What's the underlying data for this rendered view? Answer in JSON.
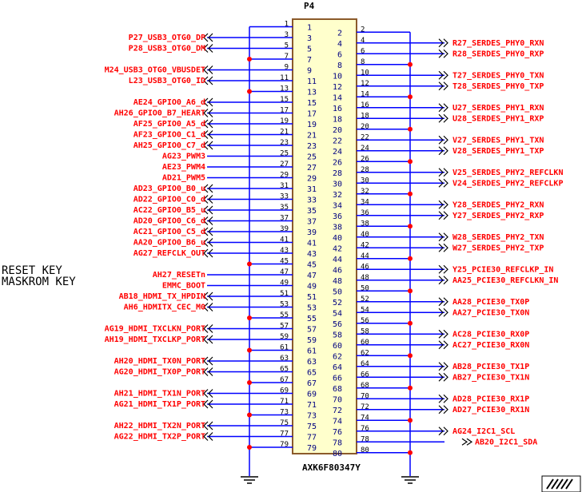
{
  "component": {
    "ref": "P4",
    "part": "AXK6F80347Y"
  },
  "colors": {
    "wire": "#0000ff",
    "net": "#ff0000",
    "pin_num": "#000080",
    "body": "#ffffcc",
    "body_border": "#8b5a2b",
    "junction": "#ff0000"
  },
  "notes": [
    "RESET KEY",
    "MASKROM KEY"
  ],
  "left_nets": [
    {
      "pin": 3,
      "label": "P27_USB3_OTG0_DP",
      "port": true
    },
    {
      "pin": 5,
      "label": "P28_USB3_OTG0_DM",
      "port": true
    },
    {
      "pin": 9,
      "label": "M24_USB3_OTG0_VBUSDET",
      "port": true
    },
    {
      "pin": 11,
      "label": "L23_USB3_OTG0_ID",
      "port": true
    },
    {
      "pin": 15,
      "label": "AE24_GPIO0_A6_d",
      "port": true
    },
    {
      "pin": 17,
      "label": "AH26_GPIO0_B7_HEART",
      "port": true
    },
    {
      "pin": 19,
      "label": "AF25_GPIO0_A5_d",
      "port": true
    },
    {
      "pin": 21,
      "label": "AF23_GPIO0_C1_d",
      "port": true
    },
    {
      "pin": 23,
      "label": "AH25_GPIO0_C7_d",
      "port": true
    },
    {
      "pin": 25,
      "label": "AG23_PWM3",
      "port": false
    },
    {
      "pin": 27,
      "label": "AE23_PWM4",
      "port": false
    },
    {
      "pin": 29,
      "label": "AD21_PWM5",
      "port": false
    },
    {
      "pin": 31,
      "label": "AD23_GPIO0_B0_u",
      "port": true
    },
    {
      "pin": 33,
      "label": "AD22_GPIO0_C0_d",
      "port": true
    },
    {
      "pin": 35,
      "label": "AC22_GPIO0_B5_u",
      "port": true
    },
    {
      "pin": 37,
      "label": "AD20_GPIO0_C6_d",
      "port": true
    },
    {
      "pin": 39,
      "label": "AC21_GPIO0_C5_d",
      "port": true
    },
    {
      "pin": 41,
      "label": "AA20_GPIO0_B6_u",
      "port": true
    },
    {
      "pin": 43,
      "label": "AG27_REFCLK_OUT",
      "port": true
    },
    {
      "pin": 47,
      "label": "AH27_RESETn",
      "port": false
    },
    {
      "pin": 49,
      "label": "EMMC_BOOT",
      "port": false
    },
    {
      "pin": 51,
      "label": "AB18_HDMI_TX_HPDIN",
      "port": true
    },
    {
      "pin": 53,
      "label": "AH6_HDMITX_CEC_M0",
      "port": true
    },
    {
      "pin": 57,
      "label": "AG19_HDMI_TXCLKN_PORT",
      "port": true
    },
    {
      "pin": 59,
      "label": "AH19_HDMI_TXCLKP_PORT",
      "port": true
    },
    {
      "pin": 63,
      "label": "AH20_HDMI_TX0N_PORT",
      "port": true
    },
    {
      "pin": 65,
      "label": "AG20_HDMI_TX0P_PORT",
      "port": true
    },
    {
      "pin": 69,
      "label": "AH21_HDMI_TX1N_PORT",
      "port": true
    },
    {
      "pin": 71,
      "label": "AG21_HDMI_TX1P_PORT",
      "port": true
    },
    {
      "pin": 75,
      "label": "AH22_HDMI_TX2N_PORT",
      "port": true
    },
    {
      "pin": 77,
      "label": "AG22_HDMI_TX2P_PORT",
      "port": true
    }
  ],
  "right_nets": [
    {
      "pin": 4,
      "label": "R27_SERDES_PHY0_RXN",
      "port": true
    },
    {
      "pin": 6,
      "label": "R28_SERDES_PHY0_RXP",
      "port": true
    },
    {
      "pin": 10,
      "label": "T27_SERDES_PHY0_TXN",
      "port": true
    },
    {
      "pin": 12,
      "label": "T28_SERDES_PHY0_TXP",
      "port": true
    },
    {
      "pin": 16,
      "label": "U27_SERDES_PHY1_RXN",
      "port": true
    },
    {
      "pin": 18,
      "label": "U28_SERDES_PHY1_RXP",
      "port": true
    },
    {
      "pin": 22,
      "label": "V27_SERDES_PHY1_TXN",
      "port": true
    },
    {
      "pin": 24,
      "label": "V28_SERDES_PHY1_TXP",
      "port": true
    },
    {
      "pin": 28,
      "label": "V25_SERDES_PHY2_REFCLKN",
      "port": true
    },
    {
      "pin": 30,
      "label": "V24_SERDES_PHY2_REFCLKP",
      "port": true
    },
    {
      "pin": 34,
      "label": "Y28_SERDES_PHY2_RXN",
      "port": true
    },
    {
      "pin": 36,
      "label": "Y27_SERDES_PHY2_RXP",
      "port": true
    },
    {
      "pin": 40,
      "label": "W28_SERDES_PHY2_TXN",
      "port": true
    },
    {
      "pin": 42,
      "label": "W27_SERDES_PHY2_TXP",
      "port": true
    },
    {
      "pin": 46,
      "label": "Y25_PCIE30_REFCLKP_IN",
      "port": true
    },
    {
      "pin": 48,
      "label": "AA25_PCIE30_REFCLKN_IN",
      "port": true
    },
    {
      "pin": 52,
      "label": "AA28_PCIE30_TX0P",
      "port": true
    },
    {
      "pin": 54,
      "label": "AA27_PCIE30_TX0N",
      "port": true
    },
    {
      "pin": 58,
      "label": "AC28_PCIE30_RX0P",
      "port": true
    },
    {
      "pin": 60,
      "label": "AC27_PCIE30_RX0N",
      "port": true
    },
    {
      "pin": 64,
      "label": "AB28_PCIE30_TX1P",
      "port": true
    },
    {
      "pin": 66,
      "label": "AB27_PCIE30_TX1N",
      "port": true
    },
    {
      "pin": 70,
      "label": "AD28_PCIE30_RX1P",
      "port": true
    },
    {
      "pin": 72,
      "label": "AD27_PCIE30_RX1N",
      "port": true
    },
    {
      "pin": 76,
      "label": "AG24_I2C1_SCL",
      "port": true
    },
    {
      "pin": 78,
      "label": "AB20_I2C1_SDA",
      "port": "arrow"
    }
  ]
}
